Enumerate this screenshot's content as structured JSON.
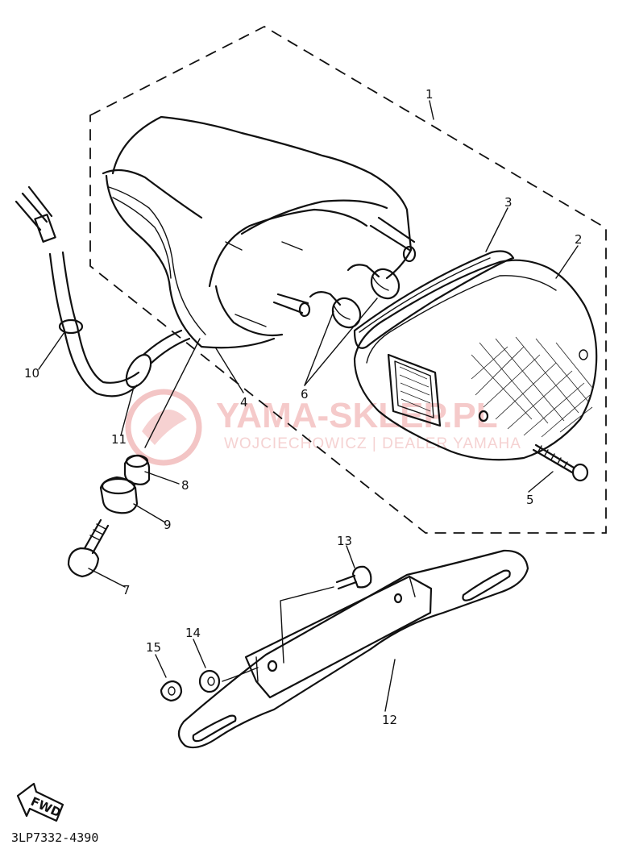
{
  "diagram": {
    "part_code": "3LP7332-4390",
    "fwd_label": "FWD",
    "callouts": [
      "1",
      "2",
      "3",
      "4",
      "5",
      "6",
      "7",
      "8",
      "9",
      "10",
      "11",
      "12",
      "13",
      "14",
      "15"
    ]
  },
  "watermark": {
    "brand": "YAMA-SKLEP.PL",
    "subtitle": "WOJCIECHOWICZ | DEALER YAMAHA"
  }
}
